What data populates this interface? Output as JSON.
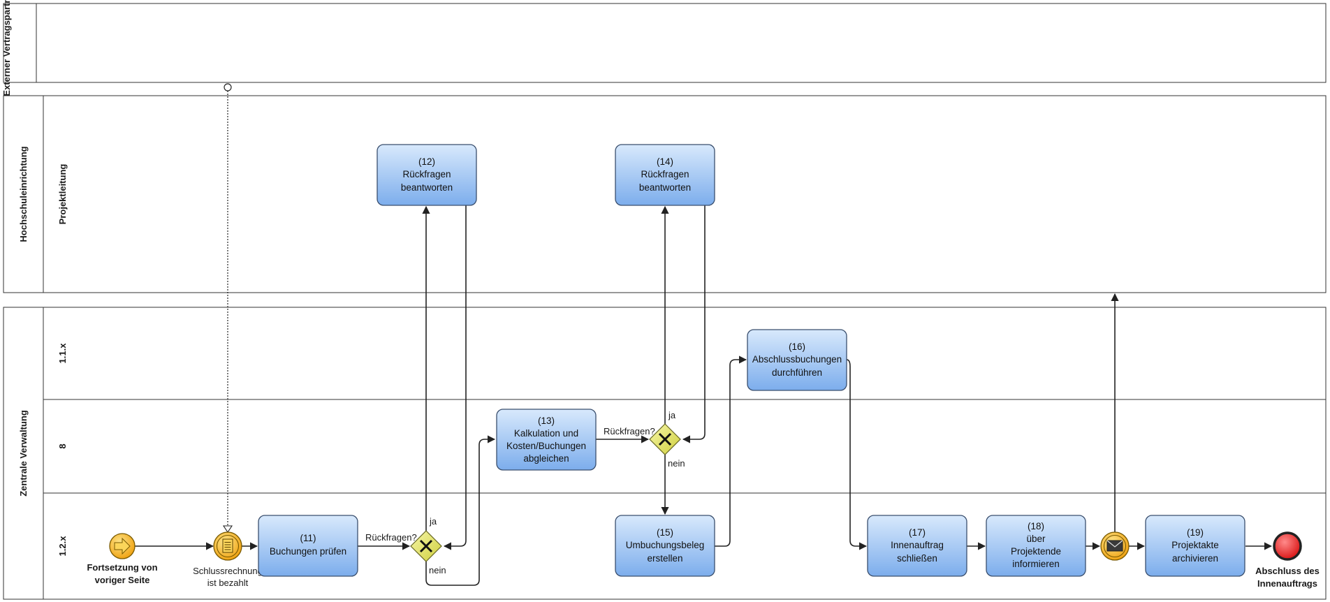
{
  "pools": {
    "external": "Externer Vertragspartner",
    "university": "Hochschuleinrichtung",
    "admin": "Zentrale Verwaltung"
  },
  "lanes": {
    "project_lead": "Projektleitung",
    "l11x": "1.1.x",
    "l8": "8",
    "l12x": "1.2.x"
  },
  "events": {
    "start": [
      "Fortsetzung von",
      "voriger Seite"
    ],
    "invoice": [
      "Schlussrechnung",
      "ist bezahlt"
    ],
    "end": [
      "Abschluss des",
      "Innenauftrags"
    ]
  },
  "tasks": {
    "t11": [
      "(11)",
      "Buchungen prüfen"
    ],
    "t12": [
      "(12)",
      "Rückfragen",
      "beantworten"
    ],
    "t13": [
      "(13)",
      "Kalkulation und",
      "Kosten/Buchungen",
      "abgleichen"
    ],
    "t14": [
      "(14)",
      "Rückfragen",
      "beantworten"
    ],
    "t15": [
      "(15)",
      "Umbuchungsbeleg",
      "erstellen"
    ],
    "t16": [
      "(16)",
      "Abschlussbuchungen",
      "durchführen"
    ],
    "t17": [
      "(17)",
      "Innenauftrag",
      "schließen"
    ],
    "t18": [
      "(18)",
      "über",
      "Projektende",
      "informieren"
    ],
    "t19": [
      "(19)",
      "Projektakte",
      "archivieren"
    ]
  },
  "gateways": {
    "g1": {
      "question": "Rückfragen?",
      "yes": "ja",
      "no": "nein"
    },
    "g2": {
      "question": "Rückfragen?",
      "yes": "ja",
      "no": "nein"
    }
  },
  "colors": {
    "task_top": "#d4e6fb",
    "task_bottom": "#7fb0ee",
    "gateway": "#e8e87a",
    "event_yellow": "#f3b41c",
    "end_red": "#e01818"
  }
}
